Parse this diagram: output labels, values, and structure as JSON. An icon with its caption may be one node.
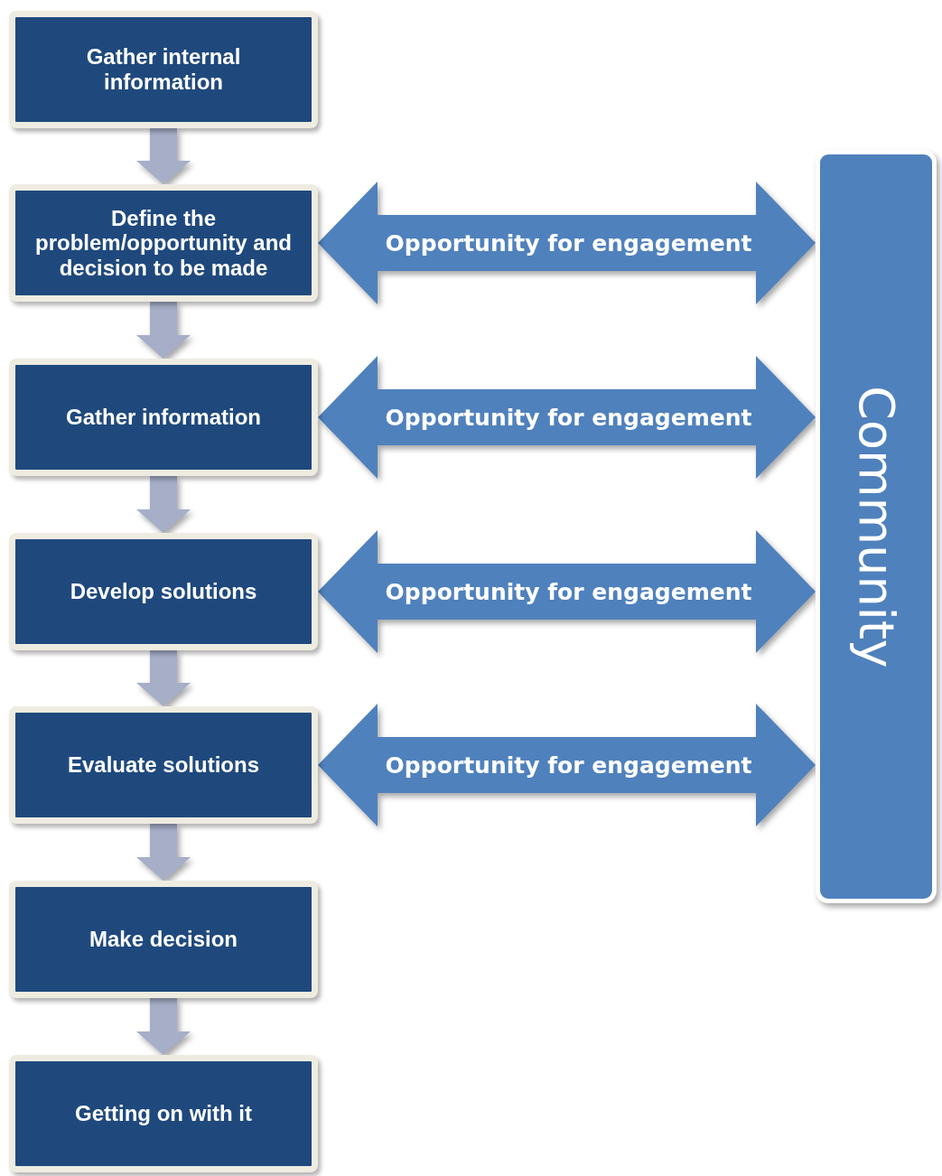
{
  "diagram": {
    "nodes": [
      {
        "text": [
          "Gather internal information"
        ]
      },
      {
        "text": [
          "Define the problem/opportunity and decision to be made"
        ]
      },
      {
        "text": [
          "Gather information"
        ]
      },
      {
        "text": [
          "Develop solutions"
        ]
      },
      {
        "text": [
          "Evaluate solutions"
        ]
      },
      {
        "text": [
          "Make decision"
        ]
      },
      {
        "text": [
          "Getting on with it"
        ]
      },
      {
        "text": [
          "Community"
        ]
      }
    ],
    "edges": [
      {
        "from": 0,
        "to": 1,
        "arrow": "to"
      },
      {
        "from": 1,
        "to": 2,
        "arrow": "to"
      },
      {
        "from": 2,
        "to": 3,
        "arrow": "to"
      },
      {
        "from": 3,
        "to": 4,
        "arrow": "to"
      },
      {
        "from": 4,
        "to": 5,
        "arrow": "to"
      },
      {
        "from": 5,
        "to": 6,
        "arrow": "to"
      },
      {
        "from": 1,
        "to": 7,
        "arrow": "both",
        "label": "Opportunity for engagement",
        "style": "thick",
        "color": "#4f81bd"
      },
      {
        "from": 2,
        "to": 7,
        "arrow": "both",
        "label": "Opportunity for engagement",
        "style": "thick",
        "color": "#4f81bd"
      },
      {
        "from": 3,
        "to": 7,
        "arrow": "both",
        "label": "Opportunity for engagement",
        "style": "thick",
        "color": "#4f81bd"
      },
      {
        "from": 4,
        "to": 7,
        "arrow": "both",
        "label": "Opportunity for engagement",
        "style": "thick",
        "color": "#4f81bd"
      }
    ]
  }
}
